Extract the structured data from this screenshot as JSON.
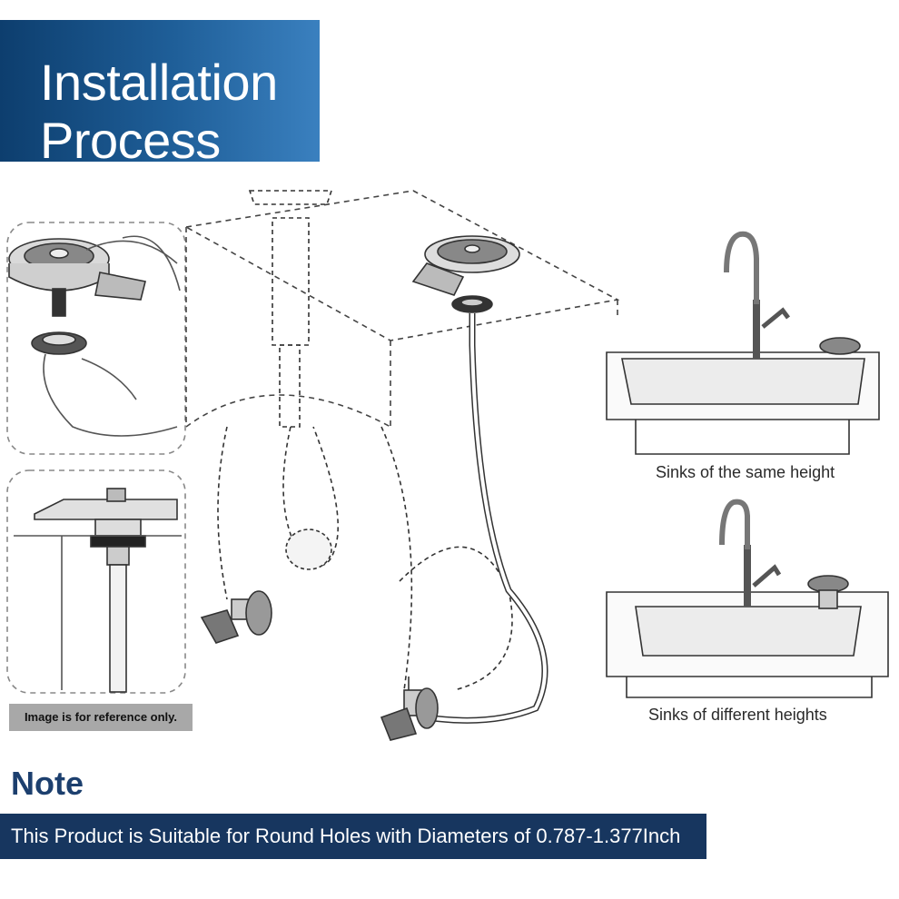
{
  "header": {
    "title_line1": "Installation",
    "title_line2": "Process"
  },
  "panels": {
    "reference_label": "Image is for reference only.",
    "sink_same_caption": "Sinks of the same height",
    "sink_different_caption": "Sinks of different heights"
  },
  "note": {
    "title": "Note",
    "text": "This Product is Suitable for Round Holes with Diameters of 0.787-1.377Inch"
  },
  "colors": {
    "title_banner": "#1f5f99",
    "note_title": "#1c3f6e",
    "note_banner": "#17365f",
    "reference_label_bg": "#a8a8a8"
  }
}
